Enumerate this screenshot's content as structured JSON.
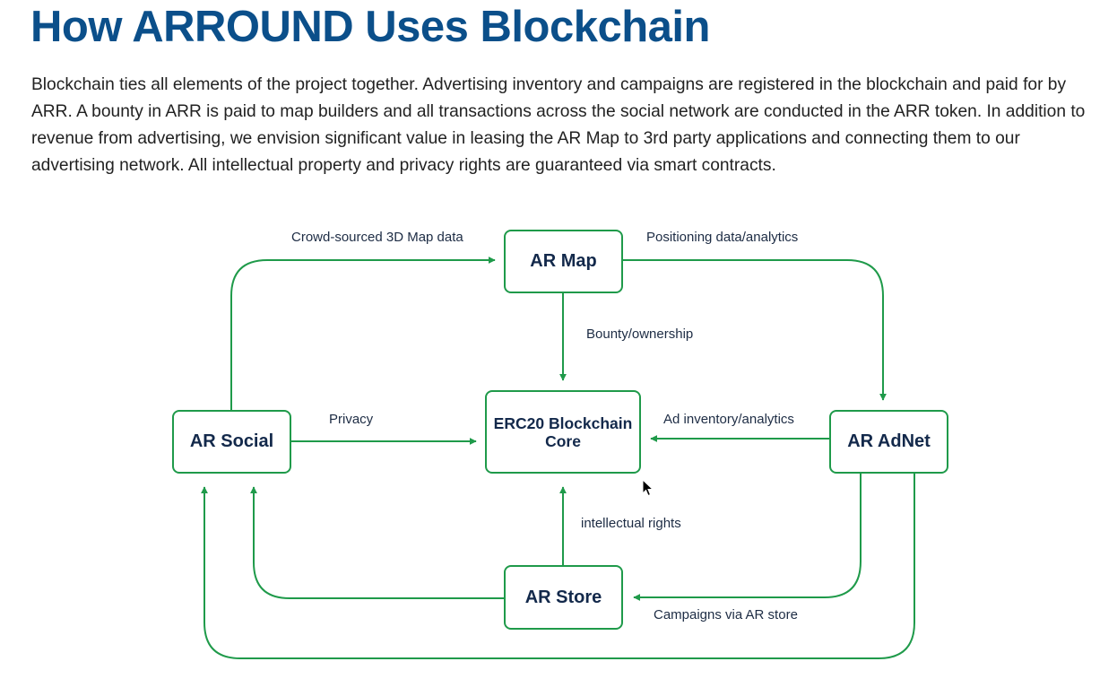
{
  "page": {
    "title": "How ARROUND Uses Blockchain",
    "intro": "Blockchain ties all elements of the project together. Advertising inventory and campaigns are registered in the blockchain and paid for by ARR. A bounty in ARR is paid to map builders and all transactions across the social network are conducted in the ARR token. In addition to revenue from advertising, we envision significant value in leasing the AR Map to 3rd party applications and connecting them to our advertising network. All intellectual property and privacy rights are guaranteed via smart contracts."
  },
  "diagram": {
    "nodes": {
      "ar_map": "AR Map",
      "core_line1": "ERC20 Blockchain",
      "core_line2": "Core",
      "ar_social": "AR Social",
      "ar_adnet": "AR AdNet",
      "ar_store": "AR Store"
    },
    "edges": {
      "crowd_sourced": "Crowd-sourced 3D Map data",
      "positioning": "Positioning data/analytics",
      "bounty": "Bounty/ownership",
      "privacy": "Privacy",
      "ad_inventory": "Ad inventory/analytics",
      "intellectual": "intellectual rights",
      "campaigns": "Campaigns via AR store"
    }
  },
  "colors": {
    "title": "#0b4f8a",
    "line": "#1f9a4a",
    "node_text": "#13294b"
  }
}
